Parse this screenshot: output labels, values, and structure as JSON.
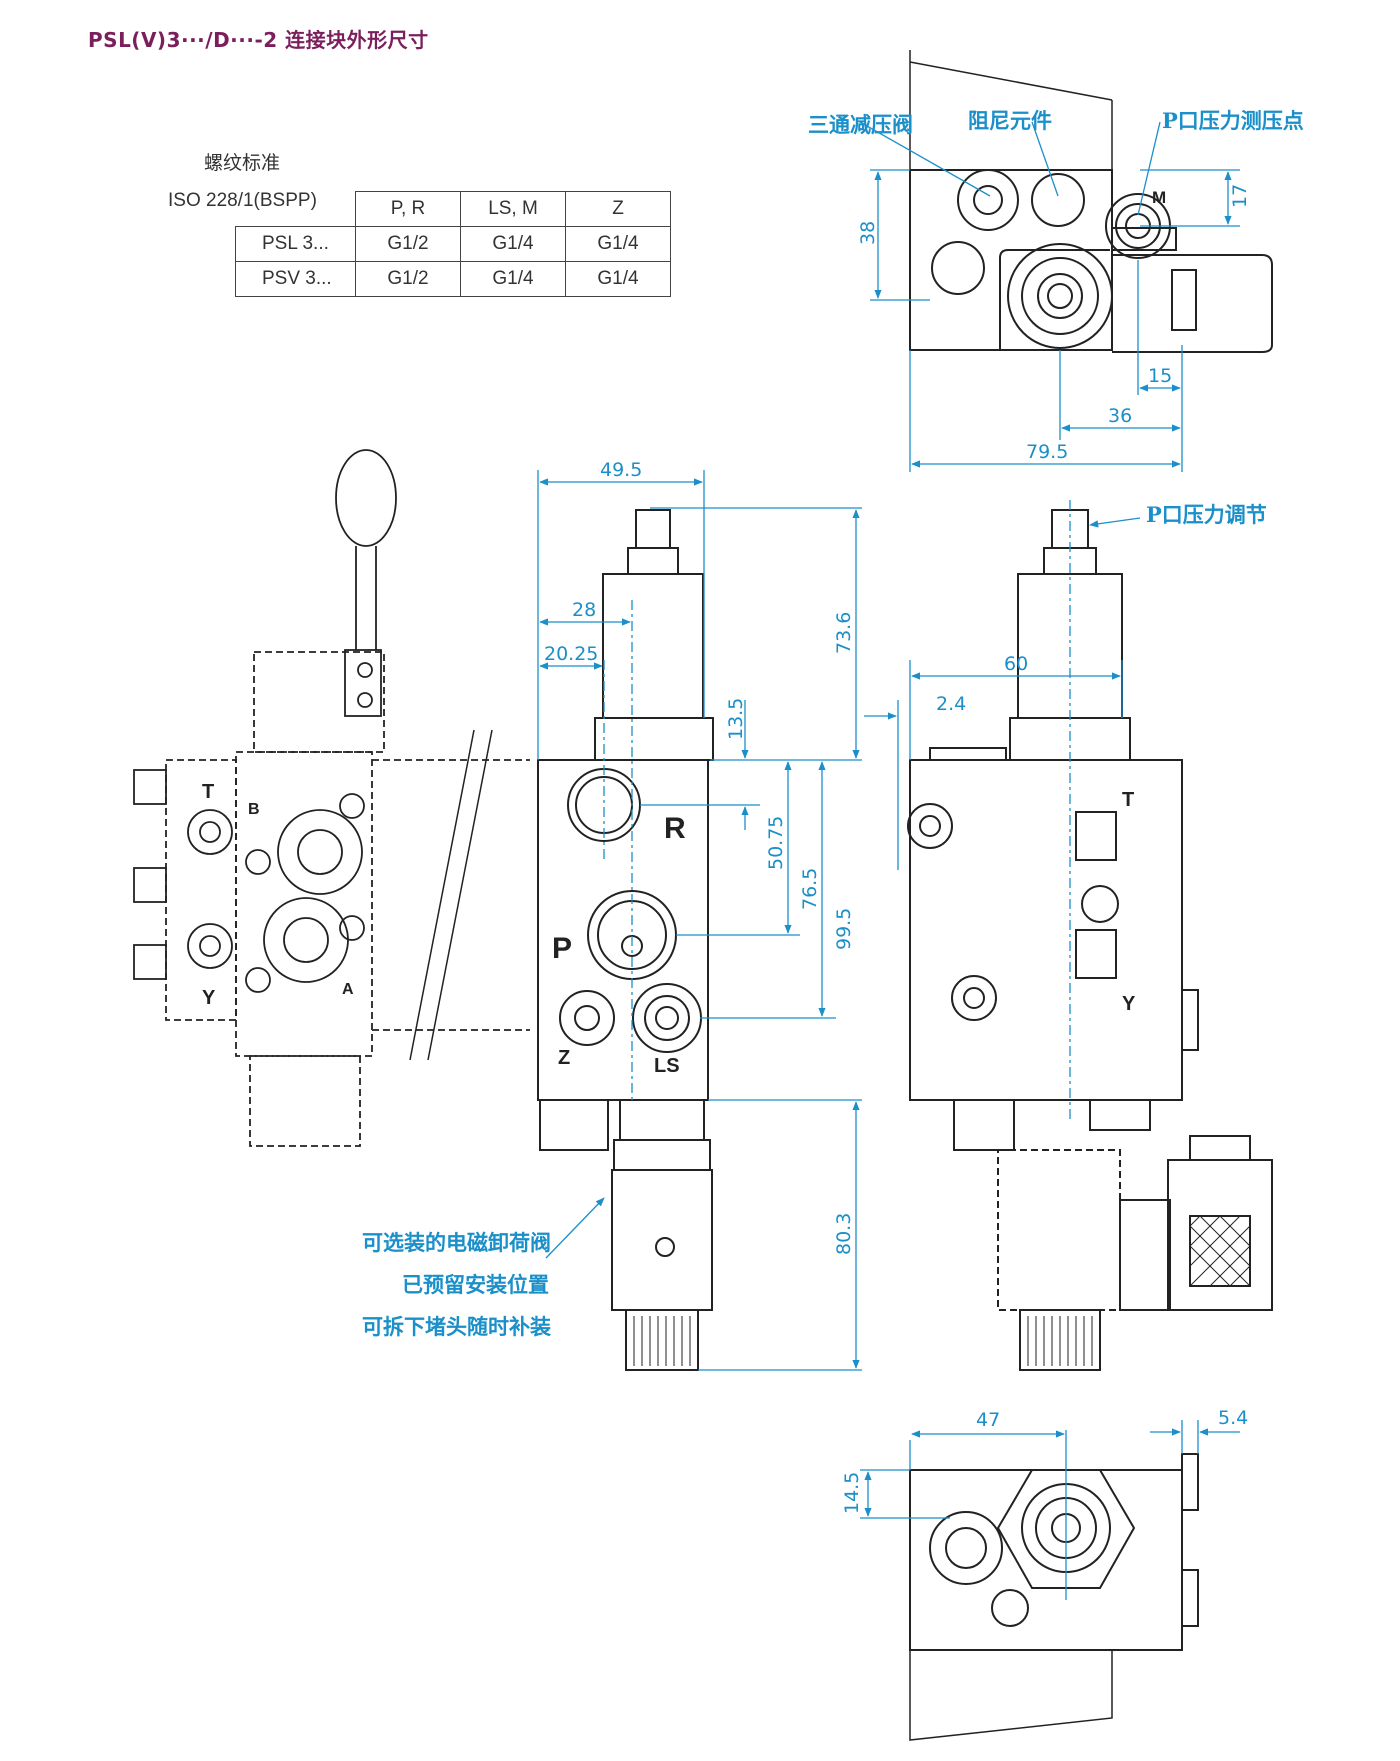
{
  "title": "PSL(V)3···/D···-2 连接块外形尺寸",
  "thread_table": {
    "caption": "螺纹标准",
    "standard": "ISO 228/1(BSPP)",
    "headers": [
      "P, R",
      "LS, M",
      "Z"
    ],
    "rows": [
      {
        "model": "PSL 3...",
        "values": [
          "G1/2",
          "G1/4",
          "G1/4"
        ]
      },
      {
        "model": "PSV 3...",
        "values": [
          "G1/2",
          "G1/4",
          "G1/4"
        ]
      }
    ]
  },
  "callouts": {
    "reducing_valve": "三通减压阀",
    "damping": "阻尼元件",
    "p_test_point": "P口压力测压点",
    "p_adjust": "P口压力调节",
    "solenoid_note": [
      "可选装的电磁卸荷阀",
      "已预留安装位置",
      "可拆下堵头随时补装"
    ]
  },
  "ports": {
    "T": "T",
    "B": "B",
    "A": "A",
    "Y": "Y",
    "R": "R",
    "P": "P",
    "Z": "Z",
    "LS": "LS",
    "M": "M"
  },
  "dimensions": {
    "top_view": {
      "d38": "38",
      "d17": "17",
      "d15": "15",
      "d36": "36",
      "d79_5": "79.5"
    },
    "front_view": {
      "d49_5": "49.5",
      "d28": "28",
      "d20_25": "20.25",
      "d13_5": "13.5",
      "d50_75": "50.75",
      "d76_5": "76.5",
      "d99_5": "99.5",
      "d73_6": "73.6",
      "d80_3": "80.3"
    },
    "side_view": {
      "d60": "60",
      "d2_4": "2.4"
    },
    "bottom_view": {
      "d47": "47",
      "d5_4": "5.4",
      "d14_5": "14.5"
    }
  },
  "colors": {
    "title": "#7b1f5c",
    "dimension": "#1b8fc9",
    "line": "#222222"
  }
}
